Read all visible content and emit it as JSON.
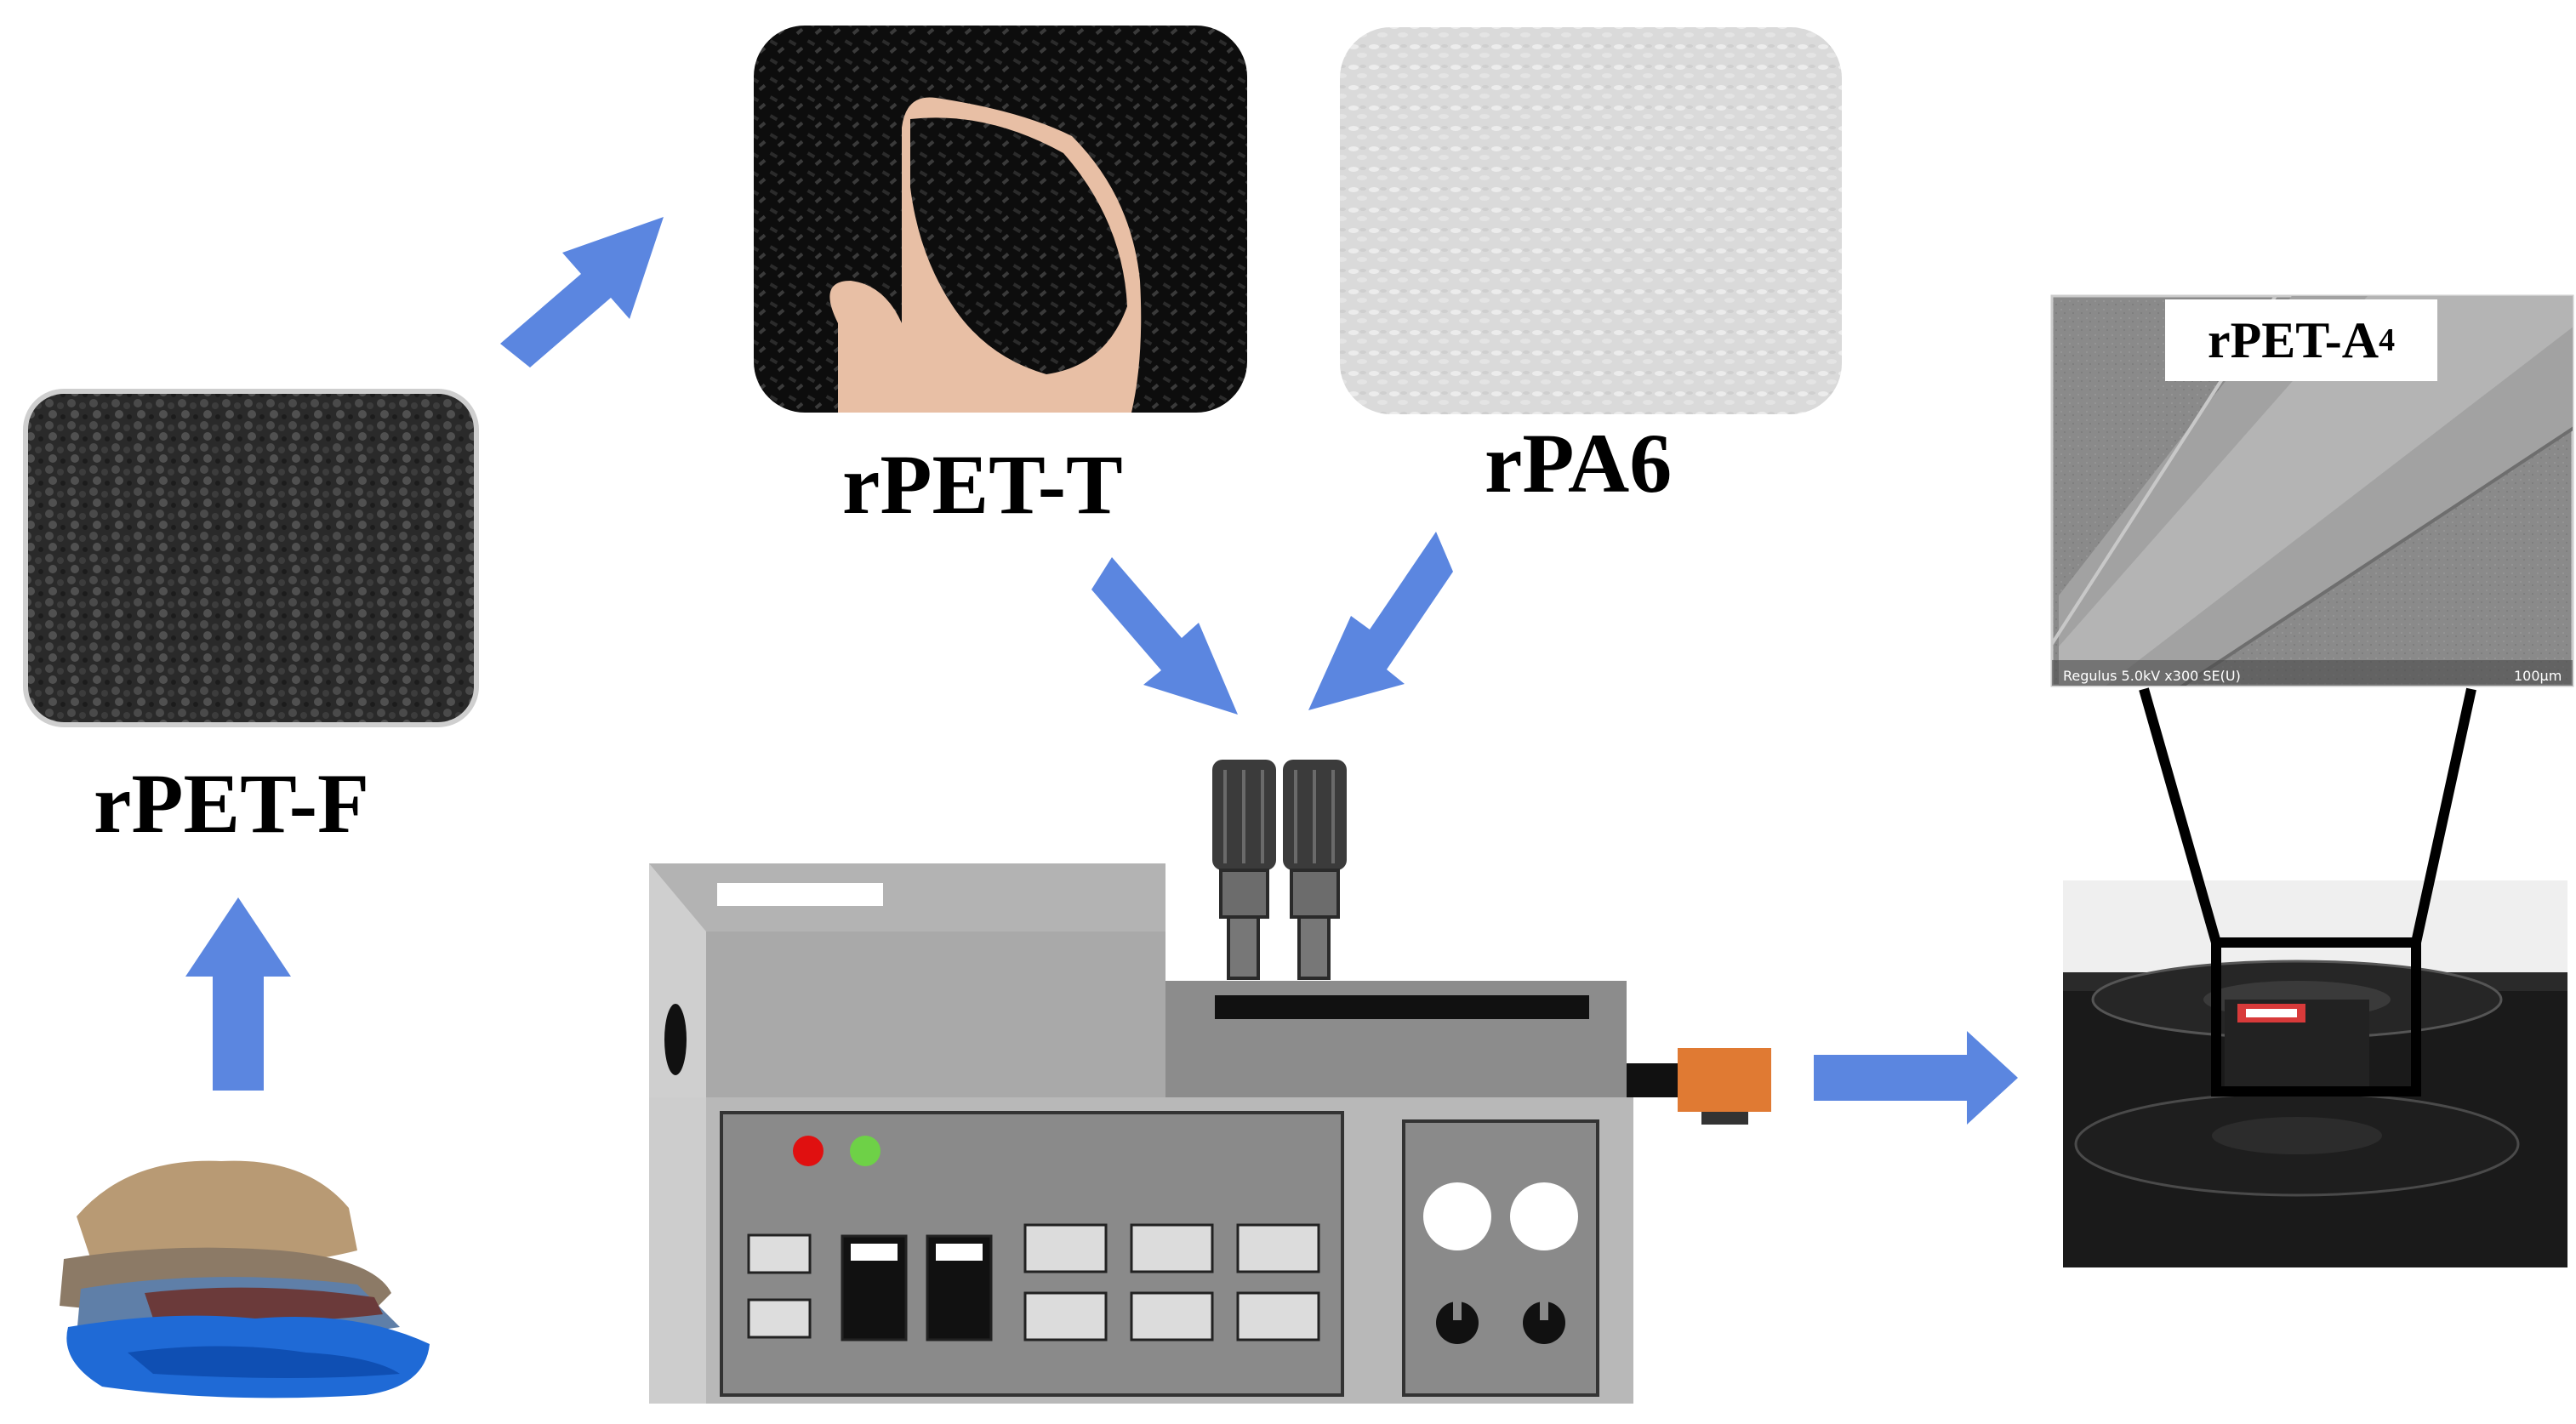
{
  "labels": {
    "rpet_f": "rPET-F",
    "rpet_t": "rPET-T",
    "rpa6": "rPA6",
    "rpet_a_base": "rPET-A",
    "rpet_a_sub": "4"
  },
  "sem": {
    "info_left": "Regulus 5.0kV x300 SE(U)",
    "scale": "100μm"
  },
  "colors": {
    "arrow": "#5b86e0",
    "machine_body": "#b3b3b3",
    "machine_dark": "#7c7c7c",
    "nozzle": "#e07a33",
    "indicator_red": "#e01010",
    "indicator_green": "#6ed147"
  }
}
